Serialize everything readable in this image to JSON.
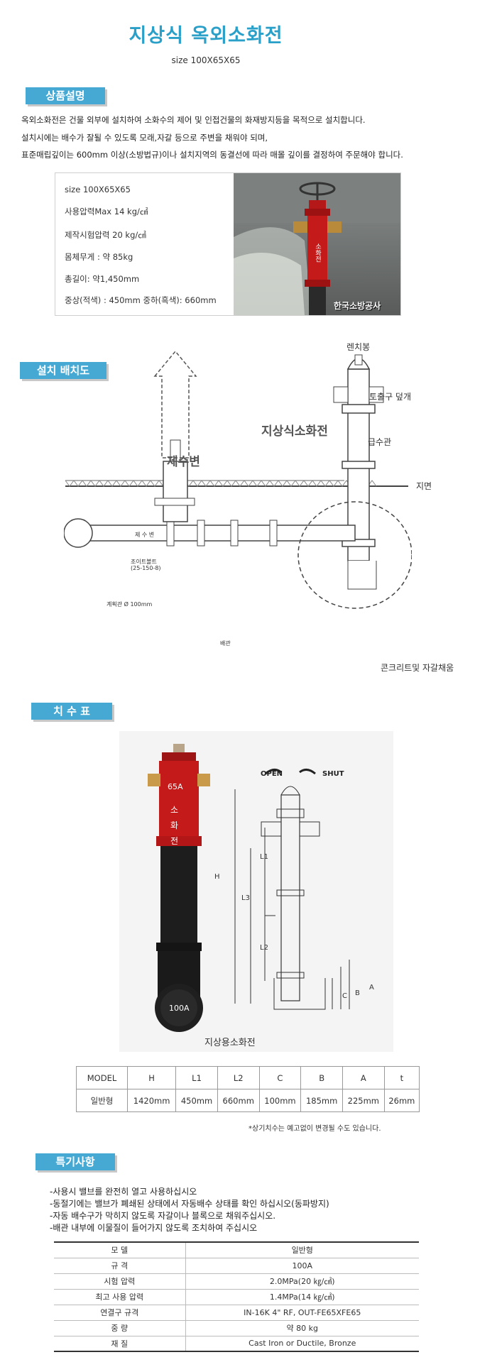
{
  "header": {
    "title": "지상식 옥외소화전",
    "subtitle": "size 100X65X65"
  },
  "sections": {
    "description": "상품설명",
    "install": "설치 배치도",
    "dimensions": "치 수 표",
    "features": "특기사항"
  },
  "description": {
    "lines": [
      "옥외소화전은 건물 외부에 설치하여 소화수의 제어 및 인접건물의 화재방지등을 목적으로 설치합니다.",
      "설치시에는 배수가 잘될 수 있도록 모래,자갈 등으로 주변을 채워야 되며,",
      "표준매립깊이는 600mm 이상(소방법규)이나 설치지역의 동결선에 따라 매몰 깊이를 결정하여 주문해야 합니다."
    ]
  },
  "specs": {
    "lines": [
      "size 100X65X65",
      "사용압력Max 14 kg/㎠",
      "제작시험압력 20 kg/㎠",
      "몸체무게   :   약 85kg",
      "총길이: 약1,450mm",
      "중상(적색) : 450mm  중하(흑색): 660mm"
    ],
    "photo_caption": "한국소방공사"
  },
  "diagram": {
    "label_wrench": "렌치봉",
    "label_cap": "토출구 덮개",
    "label_main": "지상식소화전",
    "label_valve": "제수변",
    "label_supply": "급수관",
    "label_ground": "지면",
    "label_concrete": "콘크리트및 자갈채움",
    "small_valve": "제 수 변",
    "small_spec": "조이트볼트",
    "small_spec2": "(25-150-8)",
    "small_pipe": "계획관 Ø 100mm",
    "small_drain": "배관"
  },
  "figure": {
    "open": "OPEN",
    "shut": "SHUT",
    "caption": "지상용소화전",
    "hydrant_text": "소화전",
    "size_top": "65A",
    "size_bottom": "100A",
    "dim_h": "H",
    "dim_l1": "L1",
    "dim_l2": "L2",
    "dim_l3": "L3",
    "dim_c": "C",
    "dim_b": "B",
    "dim_a": "A"
  },
  "dimension_table": {
    "headers": [
      "MODEL",
      "H",
      "L1",
      "L2",
      "C",
      "B",
      "A",
      "t"
    ],
    "row": [
      "일반형",
      "1420mm",
      "450mm",
      "660mm",
      "100mm",
      "185mm",
      "225mm",
      "26mm"
    ],
    "note": "*상기치수는 예고없이 변경될 수도 있습니다."
  },
  "features": {
    "lines": [
      "-사용시 밸브를 완전히 열고 사용하십시오",
      "-동절기에는 밸브가 폐쇄된 상태에서 자동배수 상태를 확인 하십시오(동파방지)",
      "-자동 배수구가 막히지 않도록 자갈이나 블록으로 채워주십시오.",
      "-배관 내부에 이물질이 들어가지 않도록 조치하여 주십시오"
    ]
  },
  "spec_table": {
    "rows": [
      [
        "모 델",
        "일반형"
      ],
      [
        "규 격",
        "100A"
      ],
      [
        "시험 압력",
        "2.0MPa(20 ㎏/㎠)"
      ],
      [
        "최고 사용 압력",
        "1.4MPa(14 ㎏/㎠)"
      ],
      [
        "연결구 규격",
        "IN-16K 4\" RF, OUT-FE65XFE65"
      ],
      [
        "중 량",
        "약 80 kg"
      ],
      [
        "재 질",
        "Cast Iron or Ductile, Bronze"
      ]
    ]
  },
  "colors": {
    "accent": "#45a9d3",
    "title": "#2aa0c9",
    "hydrant_red": "#c41a1a"
  }
}
